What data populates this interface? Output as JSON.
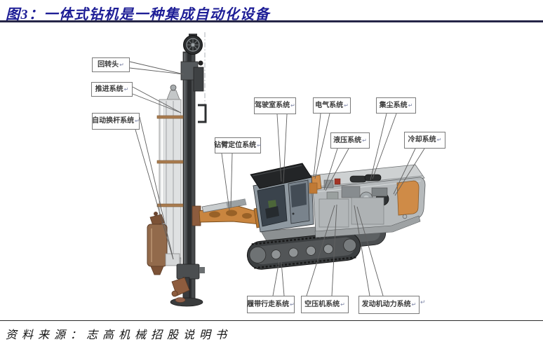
{
  "header": {
    "title": "图3：一体式钻机是一种集成自动化设备"
  },
  "footer": {
    "source": "资料来源：志高机械招股说明书"
  },
  "diagram": {
    "description": "一体式钻机结构标注图",
    "paragraph_mark": "↵",
    "labels": [
      {
        "id": "rotary-head",
        "text": "回转头"
      },
      {
        "id": "feed-system",
        "text": "推进系统"
      },
      {
        "id": "auto-rod-change-system",
        "text": "自动换杆系统"
      },
      {
        "id": "drill-arm-positioning-system",
        "text": "钻臂定位系统"
      },
      {
        "id": "cab-system",
        "text": "驾驶室系统"
      },
      {
        "id": "electrical-system",
        "text": "电气系统"
      },
      {
        "id": "dust-collection-system",
        "text": "集尘系统"
      },
      {
        "id": "hydraulic-system",
        "text": "液压系统"
      },
      {
        "id": "cooling-system",
        "text": "冷却系统"
      },
      {
        "id": "crawler-travel-system",
        "text": "履带行走系统"
      },
      {
        "id": "air-compressor-system",
        "text": "空压机系统"
      },
      {
        "id": "engine-power-system",
        "text": "发动机动力系统"
      }
    ]
  },
  "colors": {
    "title_blue": "#1d1d96",
    "separator_blue": "#252547",
    "machine_orange": "#c9853f",
    "rear_panel_orange": "#cf8b47",
    "compressor_teal": "#63b0a0"
  }
}
